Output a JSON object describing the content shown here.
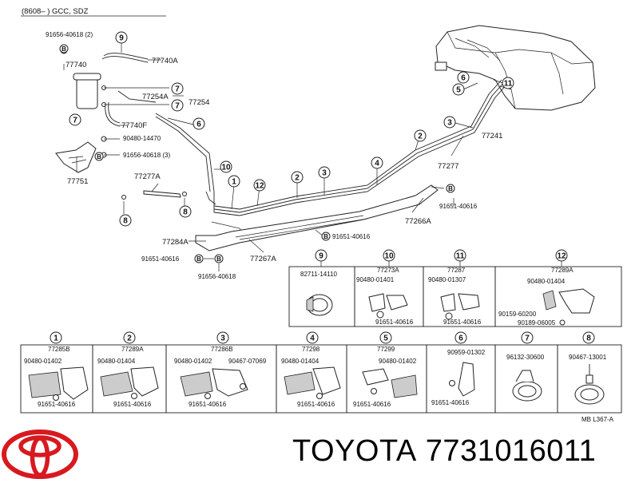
{
  "header": {
    "model_range": "(8608–     ) GCC, SDZ"
  },
  "diagram": {
    "code": "MB  L367-A",
    "callouts": {
      "c1": "1",
      "c2": "2",
      "c3": "3",
      "c4": "4",
      "c5": "5",
      "c6": "6",
      "c7": "7",
      "c8": "8",
      "c9": "9",
      "c10": "10",
      "c11": "11",
      "c12": "12",
      "b": "B"
    },
    "main_labels": {
      "bolt_top": "91656-40618 (2)",
      "p77740": "77740",
      "p77740a": "77740A",
      "p77254a": "77254A",
      "p77254": "77254",
      "p77740f": "77740F",
      "p90480_14470": "90480-14470",
      "bolt_mid": "91656-40618 (3)",
      "p77751": "77751",
      "p77277a": "77277A",
      "p77241": "77241",
      "p77277": "77277",
      "p91651_r": "91651-40616",
      "p77266a": "77266A",
      "p77284a": "77284A",
      "p91651_c": "91651-40616",
      "p91651_l": "91651-40616",
      "p77267a": "77267A",
      "p91656_b": "91656-40618"
    },
    "boxes_top": [
      {
        "num": "9",
        "parts": [
          "82711-14110"
        ]
      },
      {
        "num": "10",
        "parts": [
          "77273A",
          "90480-01401",
          "91651-40616"
        ]
      },
      {
        "num": "11",
        "parts": [
          "77287",
          "90480-01307",
          "91651-40616"
        ]
      },
      {
        "num": "12",
        "parts": [
          "77289A",
          "90480-01404",
          "90159-60200",
          "90189-06005"
        ]
      }
    ],
    "boxes_bottom": [
      {
        "num": "1",
        "parts": [
          "77285B",
          "90480-01402",
          "91651-40616"
        ]
      },
      {
        "num": "2",
        "parts": [
          "77289A",
          "90480-01404",
          "91651-40616"
        ]
      },
      {
        "num": "3",
        "parts": [
          "77286B",
          "90480-01402",
          "90467-07069",
          "91651-40616"
        ]
      },
      {
        "num": "4",
        "parts": [
          "77298",
          "90480-01404",
          "91651-40616"
        ]
      },
      {
        "num": "5",
        "parts": [
          "77299",
          "90480-01402",
          "91651-40616"
        ]
      },
      {
        "num": "6",
        "parts": [
          "90959-01302",
          "91651-40616"
        ]
      },
      {
        "num": "7",
        "parts": [
          "96132-30600"
        ]
      },
      {
        "num": "8",
        "parts": [
          "90467-13001"
        ]
      }
    ]
  },
  "footer": {
    "brand": "TOYOTA",
    "part_number": "7731016011",
    "logo_icon": "toyota-logo-icon",
    "logo_color": "#d71920"
  }
}
